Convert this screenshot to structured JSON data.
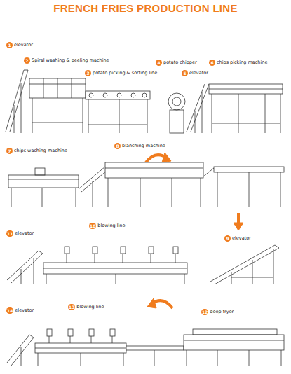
{
  "diagram": {
    "title": "FRENCH FRIES PRODUCTION LINE",
    "labels": [
      "1",
      "elevator",
      "2",
      "Spiral washing & peeling machine",
      "3",
      "potato picking & sorting line",
      "4",
      "potato chipper",
      "5",
      "elevator",
      "6",
      "chips picking machine",
      "7",
      "chips washing machine",
      "8",
      "blanching machine",
      "11",
      "elevator",
      "10",
      "blowing line",
      "9",
      "elevator",
      "14",
      "elevator",
      "13",
      "blowing line",
      "12",
      "deep fryer"
    ]
  }
}
